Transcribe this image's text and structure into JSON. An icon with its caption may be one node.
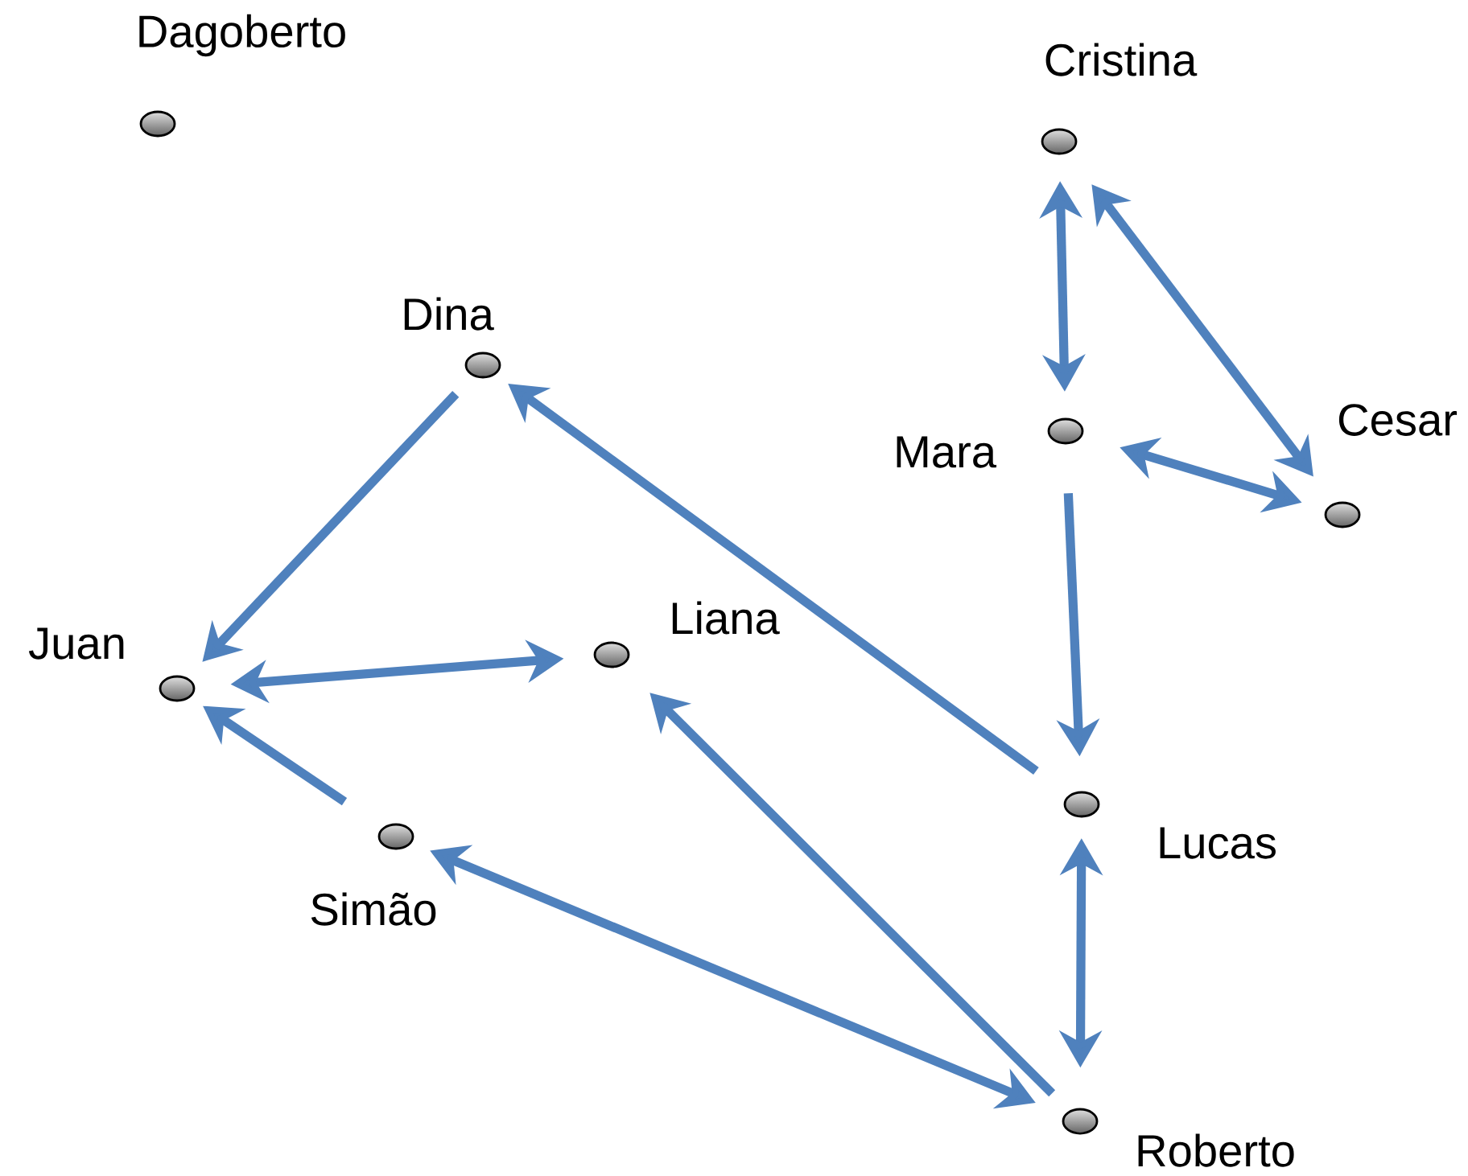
{
  "diagram": {
    "nodes": [
      {
        "text": [
          "Dagoberto"
        ]
      },
      {
        "text": [
          "Cristina"
        ]
      },
      {
        "text": [
          "Dina"
        ]
      },
      {
        "text": [
          "Mara"
        ]
      },
      {
        "text": [
          "Cesar"
        ]
      },
      {
        "text": [
          "Juan"
        ]
      },
      {
        "text": [
          "Liana"
        ]
      },
      {
        "text": [
          "Lucas"
        ]
      },
      {
        "text": [
          "Simão"
        ]
      },
      {
        "text": [
          "Roberto"
        ]
      }
    ],
    "edges": [
      {
        "from": 1,
        "to": 3,
        "arrow": "both"
      },
      {
        "from": 1,
        "to": 4,
        "arrow": "both"
      },
      {
        "from": 3,
        "to": 4,
        "arrow": "both"
      },
      {
        "from": 3,
        "to": 7,
        "arrow": "to"
      },
      {
        "from": 7,
        "to": 9,
        "arrow": "both"
      },
      {
        "from": 9,
        "to": 6,
        "arrow": "to"
      },
      {
        "from": 9,
        "to": 8,
        "arrow": "both"
      },
      {
        "from": 7,
        "to": 2,
        "arrow": "to"
      },
      {
        "from": 2,
        "to": 5,
        "arrow": "to"
      },
      {
        "from": 5,
        "to": 6,
        "arrow": "both"
      },
      {
        "from": 8,
        "to": 5,
        "arrow": "to"
      }
    ]
  }
}
